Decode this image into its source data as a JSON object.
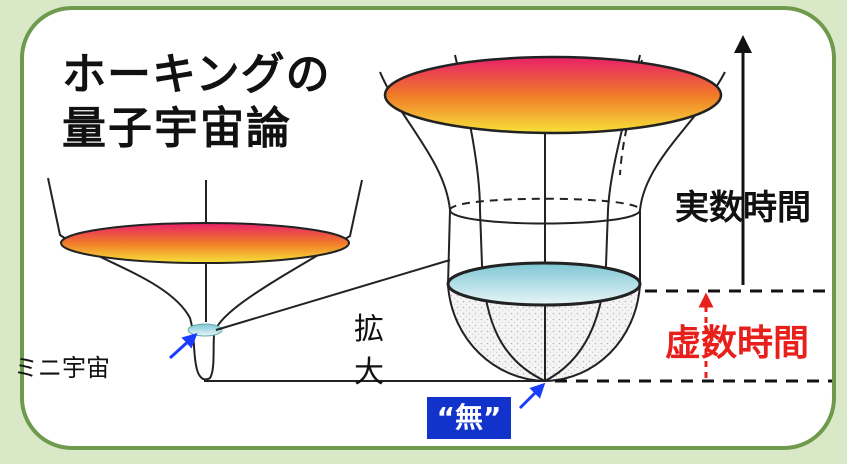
{
  "title": {
    "line1": "ホーキングの",
    "line2": "量子宇宙論"
  },
  "labels": {
    "real_time": "実数時間",
    "imaginary_time": "虚数時間",
    "expansion_1": "拡",
    "expansion_2": "大",
    "mini_universe": "ミニ宇宙",
    "nothing": "“無”"
  },
  "colors": {
    "background": "#d9e8c6",
    "panel": "#ffffff",
    "panel_border": "#6f9a4e",
    "imaginary_time_text": "#e8201c",
    "nothing_box": "#1133cc",
    "arrow_blue": "#1a3cff"
  }
}
